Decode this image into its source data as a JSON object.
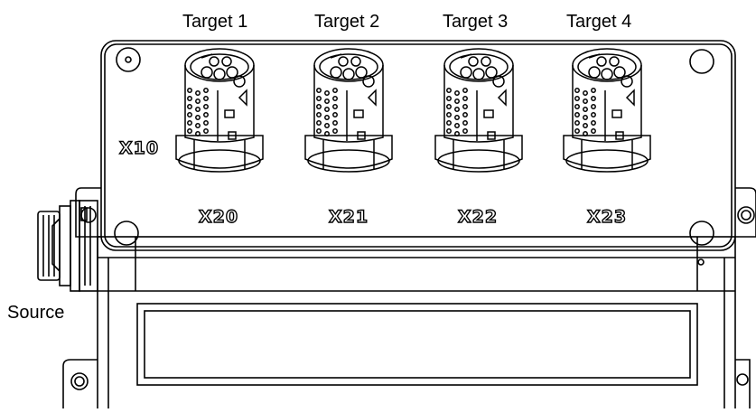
{
  "targets": [
    {
      "label": "Target 1",
      "port": "X20"
    },
    {
      "label": "Target 2",
      "port": "X21"
    },
    {
      "label": "Target 3",
      "port": "X22"
    },
    {
      "label": "Target 4",
      "port": "X23"
    }
  ],
  "source": {
    "label": "Source",
    "port": "X10"
  },
  "colors": {
    "line": "#000000",
    "background": "#ffffff"
  }
}
